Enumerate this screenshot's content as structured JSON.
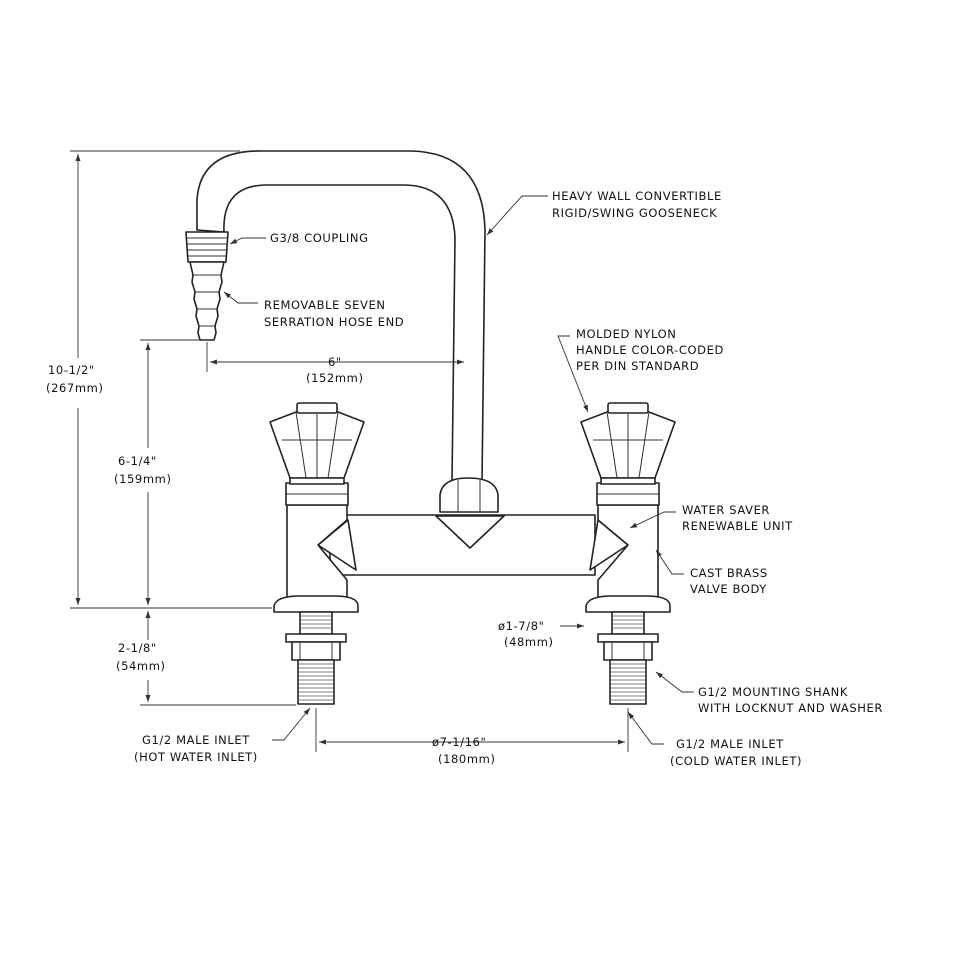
{
  "callouts": {
    "gooseneck_1": "HEAVY WALL CONVERTIBLE",
    "gooseneck_2": "RIGID/SWING GOOSENECK",
    "coupling": "G3/8 COUPLING",
    "hose_end_1": "REMOVABLE SEVEN",
    "hose_end_2": "SERRATION HOSE END",
    "handle_1": "MOLDED NYLON",
    "handle_2": "HANDLE COLOR-CODED",
    "handle_3": "PER DIN STANDARD",
    "water_saver_1": "WATER SAVER",
    "water_saver_2": "RENEWABLE UNIT",
    "valve_body_1": "CAST BRASS",
    "valve_body_2": "VALVE BODY",
    "shank_1": "G1/2 MOUNTING SHANK",
    "shank_2": "WITH LOCKNUT AND WASHER",
    "hot_inlet_1": "G1/2 MALE INLET",
    "hot_inlet_2": "(HOT WATER INLET)",
    "cold_inlet_1": "G1/2 MALE INLET",
    "cold_inlet_2": "(COLD WATER INLET)"
  },
  "dimensions": {
    "overall_height": "10-1/2\"",
    "overall_height_mm": "(267mm)",
    "spout_height": "6-1/4\"",
    "spout_height_mm": "(159mm)",
    "shank_length": "2-1/8\"",
    "shank_length_mm": "(54mm)",
    "spout_reach": "6\"",
    "spout_reach_mm": "(152mm)",
    "flange_dia": "ø1-7/8\"",
    "flange_dia_mm": "(48mm)",
    "centers": "ø7-1/16\"",
    "centers_mm": "(180mm)"
  }
}
